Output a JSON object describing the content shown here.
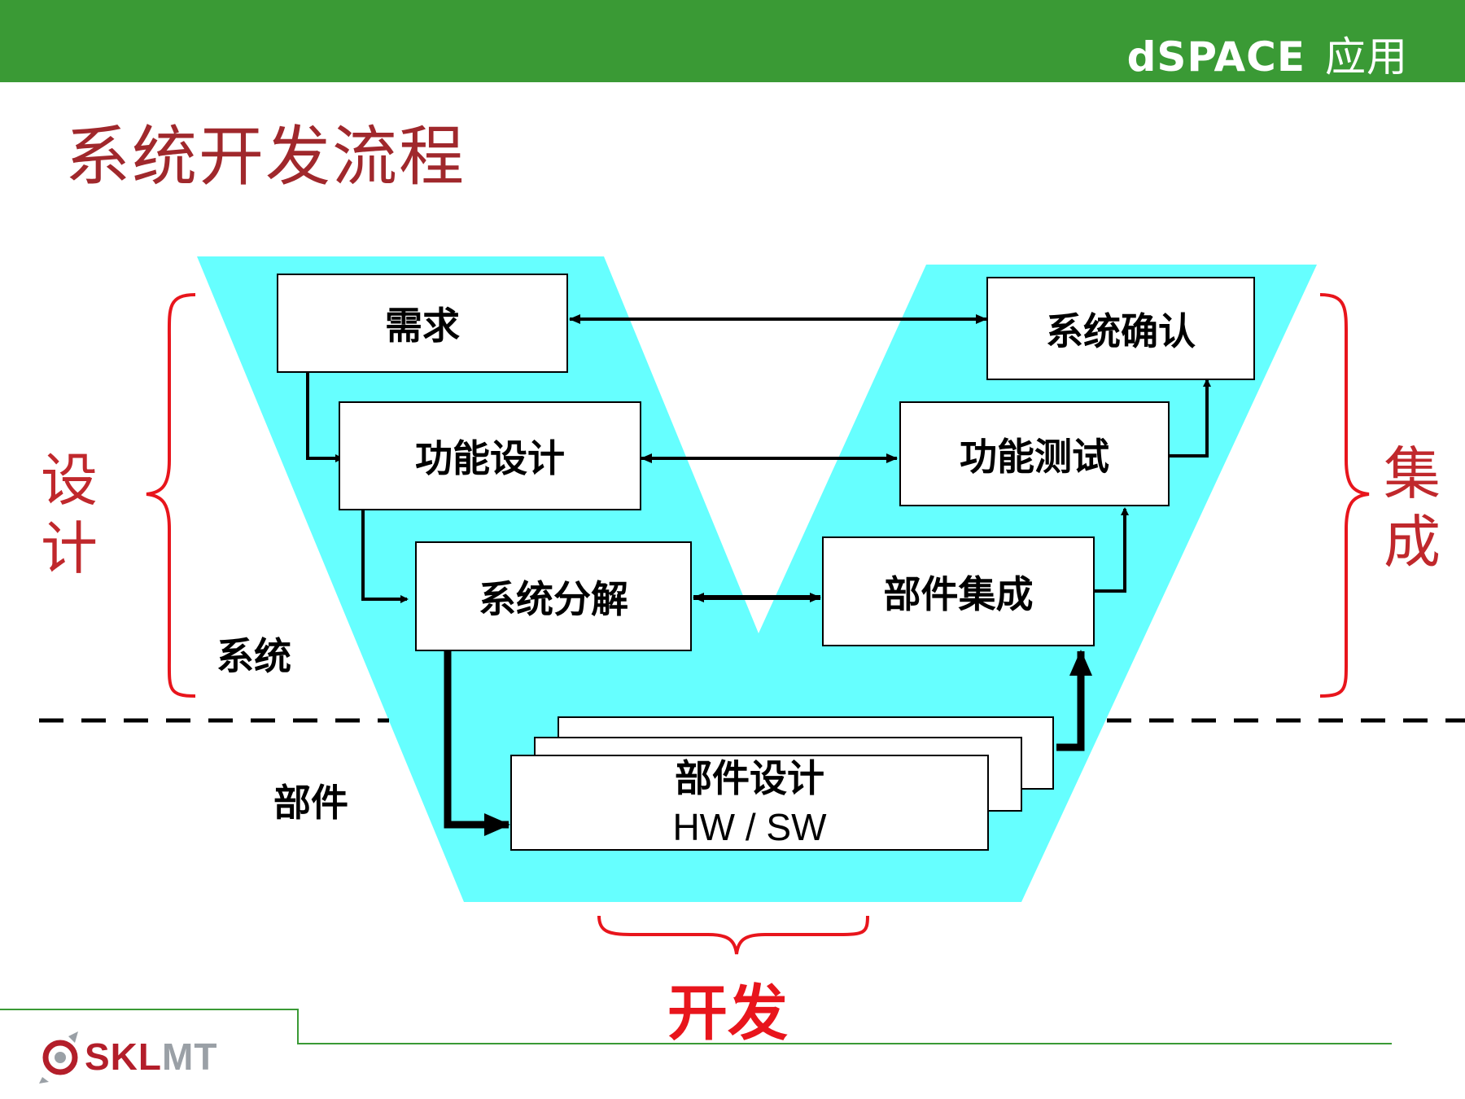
{
  "header": {
    "brand": "dSPACE",
    "brand_suffix": "应用",
    "bar_color": "#3a9a35"
  },
  "title": "系统开发流程",
  "colors": {
    "v_fill": "#66ffff",
    "brace": "#e8151c",
    "title": "#a0282c"
  },
  "left_group": {
    "label_line1": "设",
    "label_line2": "计"
  },
  "right_group": {
    "label_line1": "集",
    "label_line2": "成"
  },
  "bottom_group": {
    "label": "开发"
  },
  "levels": {
    "system": "系统",
    "component": "部件"
  },
  "boxes": {
    "requirements": "需求",
    "functional_design": "功能设计",
    "system_decomposition": "系统分解",
    "component_design_line1": "部件设计",
    "component_design_line2": "HW / SW",
    "component_integration": "部件集成",
    "functional_test": "功能测试",
    "system_validation": "系统确认"
  },
  "logo": {
    "text_a": "SKL",
    "text_b": "MT"
  }
}
